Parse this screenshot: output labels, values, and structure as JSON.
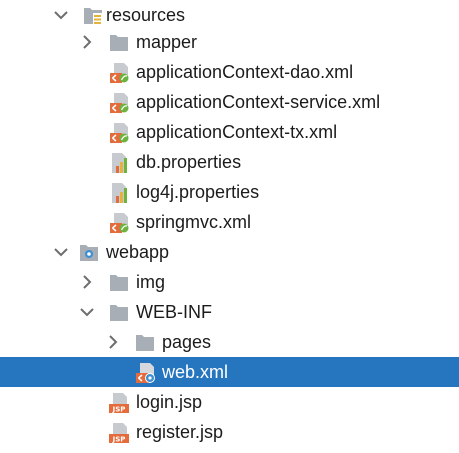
{
  "tree": {
    "selected_color": "#2675bf",
    "items": [
      {
        "label": "resources",
        "icon": "resources-folder-icon",
        "expanded": true
      },
      {
        "label": "mapper",
        "icon": "folder-icon",
        "expanded": false
      },
      {
        "label": "applicationContext-dao.xml",
        "icon": "spring-xml-icon"
      },
      {
        "label": "applicationContext-service.xml",
        "icon": "spring-xml-icon"
      },
      {
        "label": "applicationContext-tx.xml",
        "icon": "spring-xml-icon"
      },
      {
        "label": "db.properties",
        "icon": "properties-file-icon"
      },
      {
        "label": "log4j.properties",
        "icon": "properties-file-icon"
      },
      {
        "label": "springmvc.xml",
        "icon": "spring-xml-icon"
      },
      {
        "label": "webapp",
        "icon": "web-folder-icon",
        "expanded": true
      },
      {
        "label": "img",
        "icon": "folder-icon",
        "expanded": false
      },
      {
        "label": "WEB-INF",
        "icon": "folder-icon",
        "expanded": true
      },
      {
        "label": "pages",
        "icon": "folder-icon",
        "expanded": false
      },
      {
        "label": "web.xml",
        "icon": "web-xml-icon",
        "selected": true
      },
      {
        "label": "login.jsp",
        "icon": "jsp-file-icon",
        "badge": "JSP"
      },
      {
        "label": "register.jsp",
        "icon": "jsp-file-icon",
        "badge": "JSP"
      }
    ]
  }
}
